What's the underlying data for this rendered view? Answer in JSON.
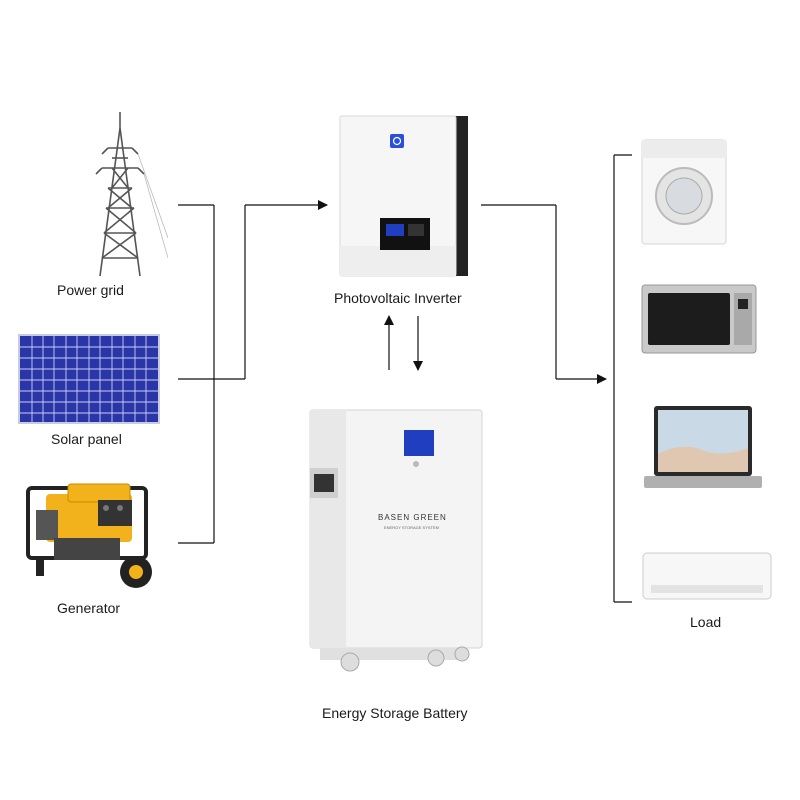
{
  "labels": {
    "power_grid": "Power grid",
    "solar_panel": "Solar panel",
    "generator": "Generator",
    "inverter": "Photovoltaic Inverter",
    "battery": "Energy Storage Battery",
    "load": "Load"
  },
  "battery_brand": "BASEN GREEN",
  "battery_subtitle": "ENERGY STORAGE SYSTEM",
  "icons": [
    "power-tower-icon",
    "solar-panel-icon",
    "generator-icon",
    "inverter-icon",
    "battery-icon",
    "washing-machine-icon",
    "microwave-icon",
    "laptop-icon",
    "air-conditioner-icon"
  ],
  "colors": {
    "accent": "#2b4fd8",
    "generator": "#f2b21b",
    "solar": "#2a35a8"
  }
}
